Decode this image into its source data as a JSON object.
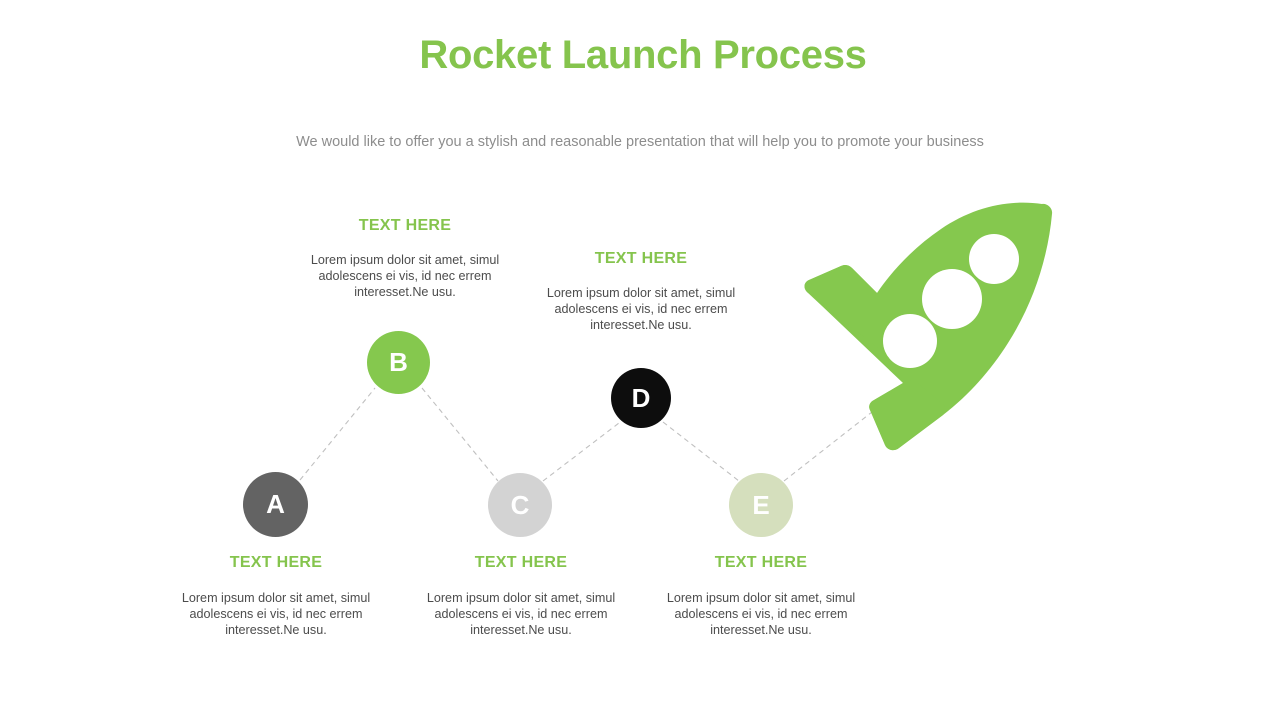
{
  "slide": {
    "title": "Rocket Launch Process",
    "subtitle": "We would like to offer you a stylish and reasonable presentation that will help you to promote your business",
    "colors": {
      "accent_green": "#85c44d",
      "node_green": "#85c84e",
      "node_pale_green": "#d5dfbd",
      "node_dark_gray": "#636363",
      "node_light_gray": "#d3d3d3",
      "node_black": "#0d0d0d",
      "subtitle_gray": "#8d8d8d",
      "body_gray": "#4c4c4c",
      "connector_gray": "#bdbdbd"
    }
  },
  "steps": [
    {
      "id": "a",
      "marker": "A",
      "heading": "TEXT HERE",
      "body": "Lorem ipsum dolor sit amet, simul adolescens ei vis, id nec errem interesset.Ne usu.",
      "position": "bottom"
    },
    {
      "id": "b",
      "marker": "B",
      "heading": "TEXT HERE",
      "body": "Lorem ipsum dolor sit amet, simul adolescens ei vis, id nec errem interesset.Ne usu.",
      "position": "top"
    },
    {
      "id": "c",
      "marker": "C",
      "heading": "TEXT HERE",
      "body": "Lorem ipsum dolor sit amet, simul adolescens ei vis, id nec errem interesset.Ne usu.",
      "position": "bottom"
    },
    {
      "id": "d",
      "marker": "D",
      "heading": "TEXT HERE",
      "body": "Lorem ipsum dolor sit amet, simul adolescens ei vis, id nec errem interesset.Ne usu.",
      "position": "top"
    },
    {
      "id": "e",
      "marker": "E",
      "heading": "TEXT HERE",
      "body": "Lorem ipsum dolor sit amet, simul adolescens ei vis, id nec errem interesset.Ne usu.",
      "position": "bottom"
    }
  ],
  "graphic": {
    "name": "rocket-illustration",
    "color": "#85c84e",
    "window_color": "#ffffff",
    "window_count": 3
  }
}
